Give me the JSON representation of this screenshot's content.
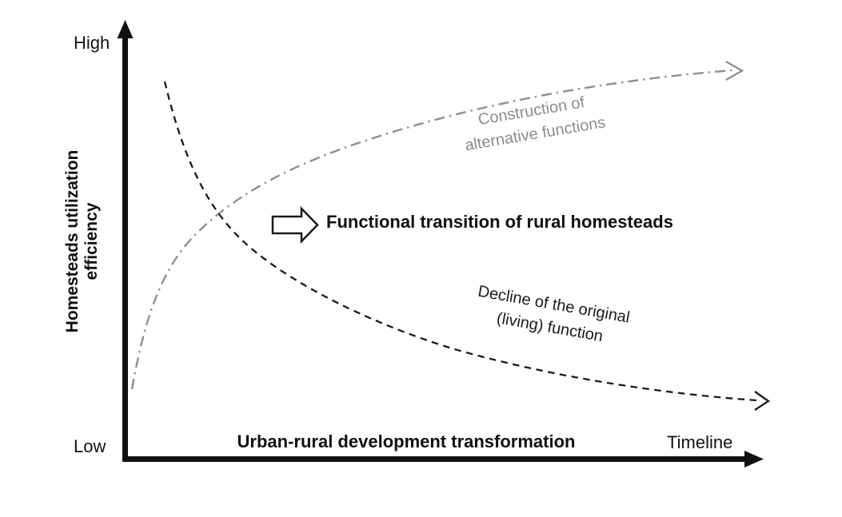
{
  "figure": {
    "y_axis": {
      "high_label": "High",
      "low_label": "Low",
      "title_line1": "Homesteads utilization",
      "title_line2": "efficiency"
    },
    "x_axis": {
      "title": "Urban-rural development transformation",
      "end_label": "Timeline"
    },
    "annotation": {
      "text": "Functional transition of rural homesteads"
    },
    "curve_labels": {
      "construction_line1": "Construction of",
      "construction_line2": "alternative functions",
      "decline_line1": "Decline of the original",
      "decline_line2": "(living) function"
    },
    "colors": {
      "construction_curve": "#8f8f8f",
      "construction_text": "#8c8c8c",
      "decline_curve": "#1a1a1a",
      "axis": "#111111",
      "background": "#ffffff"
    }
  },
  "chart_data": {
    "type": "line",
    "title": "",
    "xlabel": "Urban-rural development transformation",
    "x_end_label": "Timeline",
    "ylabel": "Homesteads utilization efficiency",
    "y_tick_labels": [
      "Low",
      "High"
    ],
    "x_range": [
      0,
      1
    ],
    "y_range": [
      0,
      1
    ],
    "grid": false,
    "legend_position": "inline-labels-on-curves",
    "annotation": "Functional transition of rural homesteads",
    "series": [
      {
        "name": "Construction of alternative functions",
        "style": "dash-dot",
        "color": "#8f8f8f",
        "arrowhead": "open",
        "shape": "increasing, concave (rapid early growth, saturating)",
        "x": [
          0.01,
          0.05,
          0.1,
          0.16,
          0.25,
          0.36,
          0.5,
          0.7,
          0.95
        ],
        "y": [
          0.16,
          0.33,
          0.44,
          0.54,
          0.64,
          0.72,
          0.79,
          0.86,
          0.89
        ]
      },
      {
        "name": "Decline of the original (living) function",
        "style": "dashed",
        "color": "#1a1a1a",
        "arrowhead": "open",
        "shape": "decreasing, convex (steep early decline, levelling off)",
        "x": [
          0.06,
          0.1,
          0.16,
          0.25,
          0.38,
          0.51,
          0.68,
          0.87,
          1.0
        ],
        "y": [
          0.86,
          0.7,
          0.54,
          0.42,
          0.32,
          0.25,
          0.19,
          0.15,
          0.13
        ]
      }
    ],
    "intersection": {
      "x": 0.16,
      "y": 0.54
    }
  }
}
